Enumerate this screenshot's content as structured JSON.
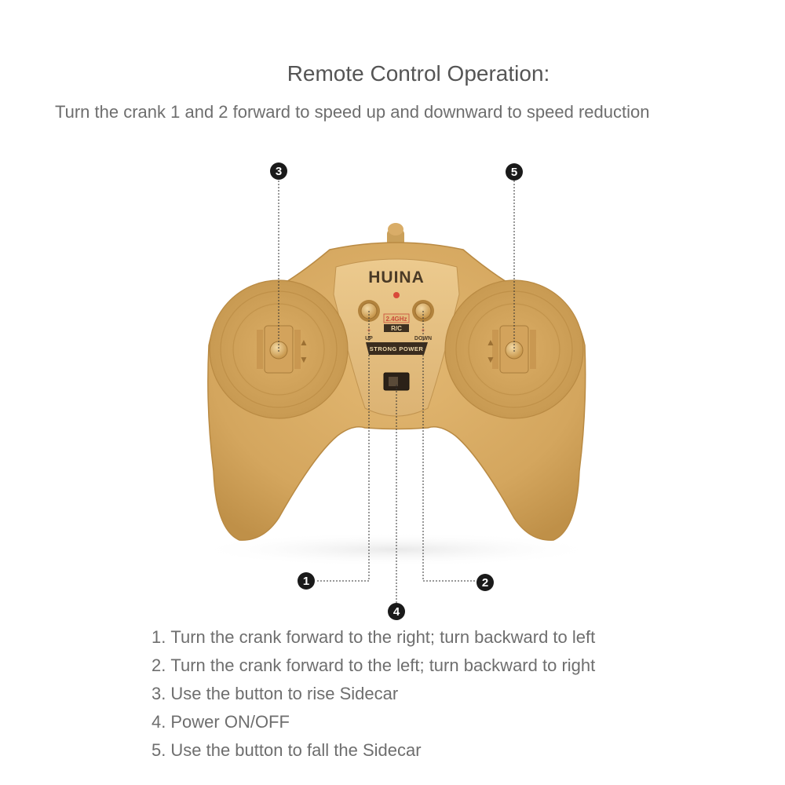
{
  "header": {
    "title": "Remote Control Operation:",
    "subtitle": "Turn the crank 1 and 2 forward to speed up and downward to speed reduction"
  },
  "remote": {
    "brand": "HUINA",
    "frequency": "2.4GHz",
    "rc_label": "R/C",
    "up_label": "UP",
    "down_label": "DOWN",
    "power_label": "STRONG POWER"
  },
  "callouts": [
    {
      "id": "1"
    },
    {
      "id": "2"
    },
    {
      "id": "3"
    },
    {
      "id": "4"
    },
    {
      "id": "5"
    }
  ],
  "instructions": [
    {
      "num": "1.",
      "text": "Turn the crank forward to the right; turn backward to left"
    },
    {
      "num": "2.",
      "text": "Turn the crank forward to the left; turn backward to right"
    },
    {
      "num": "3.",
      "text": "Use the button to rise Sidecar"
    },
    {
      "num": "4.",
      "text": "Power ON/OFF"
    },
    {
      "num": "5.",
      "text": "Use the button to fall the Sidecar"
    }
  ],
  "colors": {
    "body": "#d4a65e",
    "body_dark": "#b98a43",
    "panel": "#e4bf80",
    "text": "#6e6e6e",
    "heading": "#555555"
  }
}
